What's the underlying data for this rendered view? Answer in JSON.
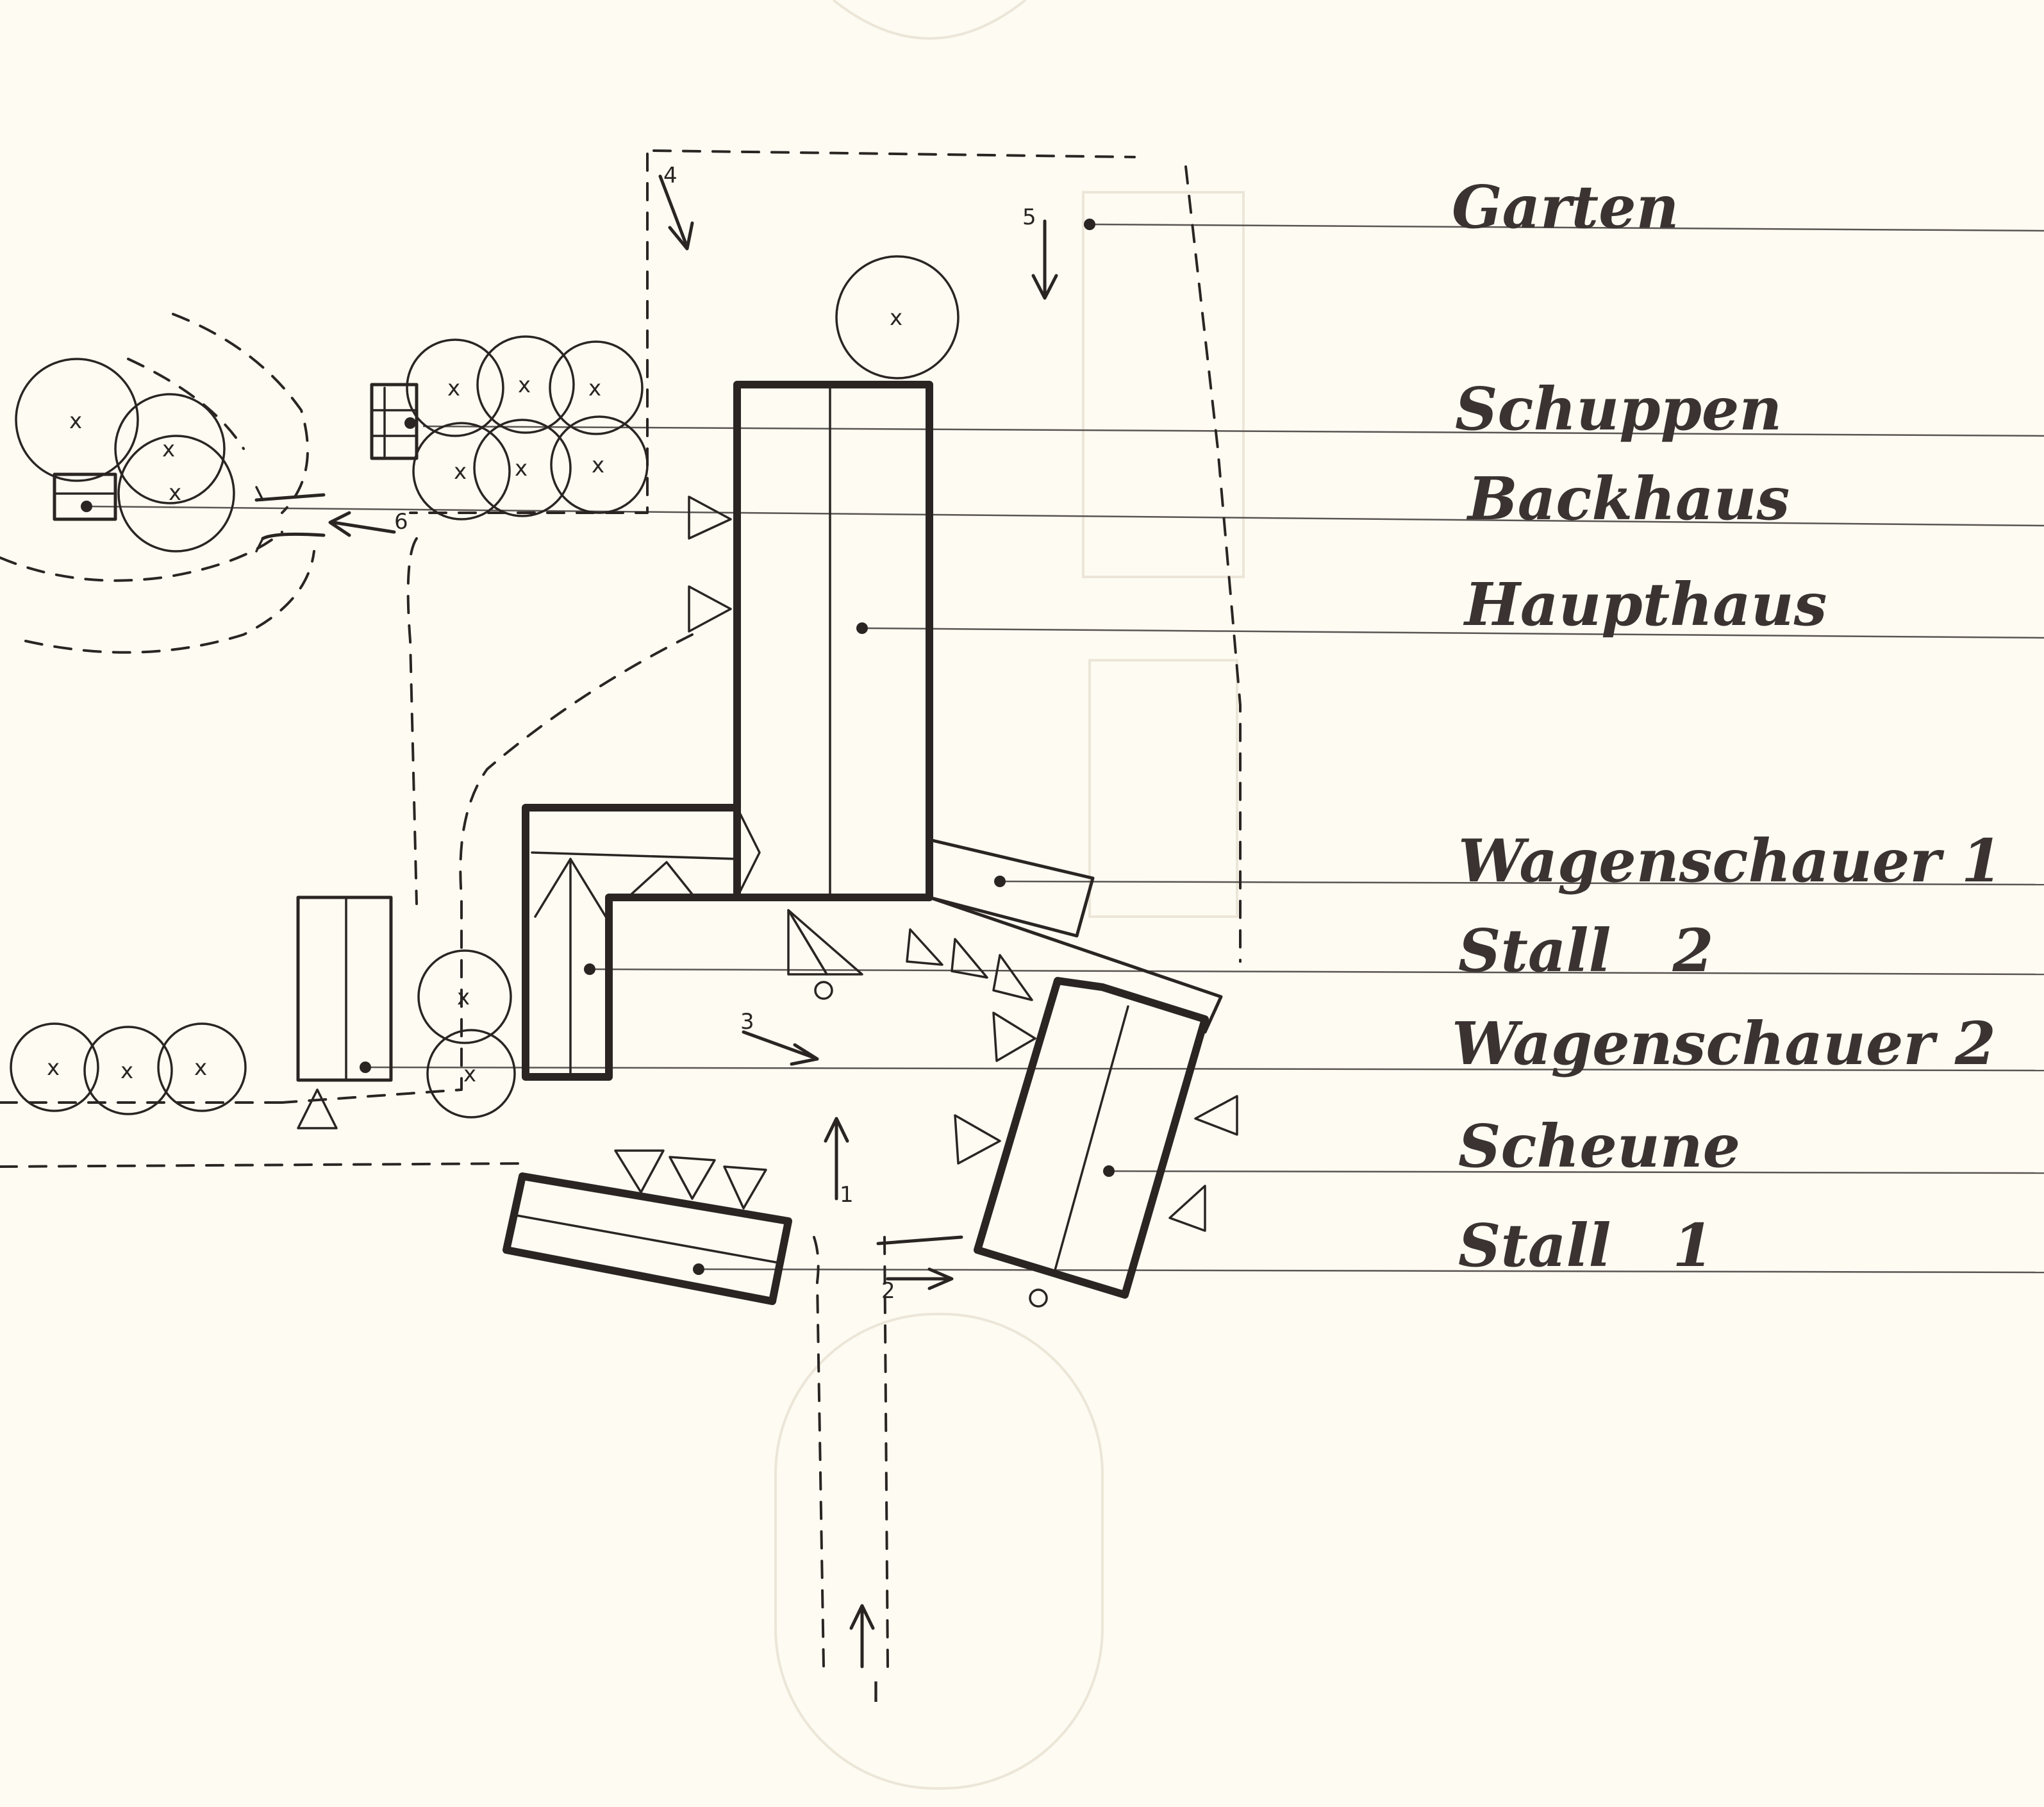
{
  "legend": {
    "items": [
      {
        "id": "garten",
        "label": "Garten"
      },
      {
        "id": "schuppen",
        "label": "Schuppen"
      },
      {
        "id": "backhaus",
        "label": "Backhaus"
      },
      {
        "id": "haupthaus",
        "label": "Haupthaus"
      },
      {
        "id": "wagenschauer1",
        "label": "Wagenschauer 1"
      },
      {
        "id": "stall2",
        "label": "Stall   2"
      },
      {
        "id": "wagenschauer2",
        "label": "Wagenschauer 2"
      },
      {
        "id": "scheune",
        "label": "Scheune"
      },
      {
        "id": "stall1",
        "label": "Stall   1"
      }
    ]
  },
  "viewpoints": {
    "v1": "1",
    "v2": "2",
    "v3": "3",
    "v4": "4",
    "v5": "5",
    "v6": "6",
    "entrance": "I"
  },
  "colors": {
    "paper": "#fdfbf2",
    "ink": "#2a2523"
  }
}
